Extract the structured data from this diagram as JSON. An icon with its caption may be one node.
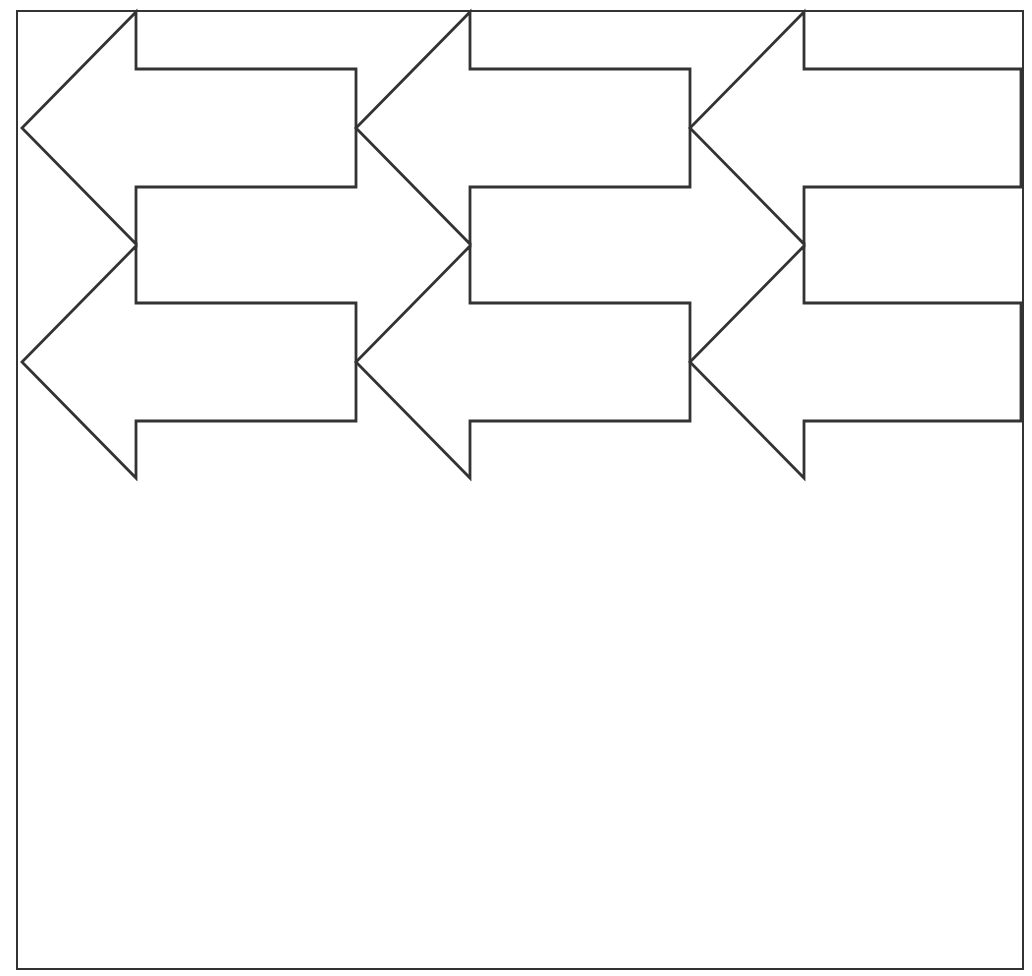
{
  "diagram": {
    "nodes": [
      {
        "text": [],
        "shape": "box"
      },
      {
        "text": [],
        "shape": "arrow",
        "in": 0
      },
      {
        "text": [],
        "shape": "arrow",
        "in": 0
      },
      {
        "text": [],
        "shape": "arrow",
        "in": 0
      },
      {
        "text": [],
        "shape": "arrow",
        "in": 0
      },
      {
        "text": [],
        "shape": "arrow",
        "in": 0
      },
      {
        "text": [],
        "shape": "arrow",
        "in": 0
      }
    ]
  }
}
